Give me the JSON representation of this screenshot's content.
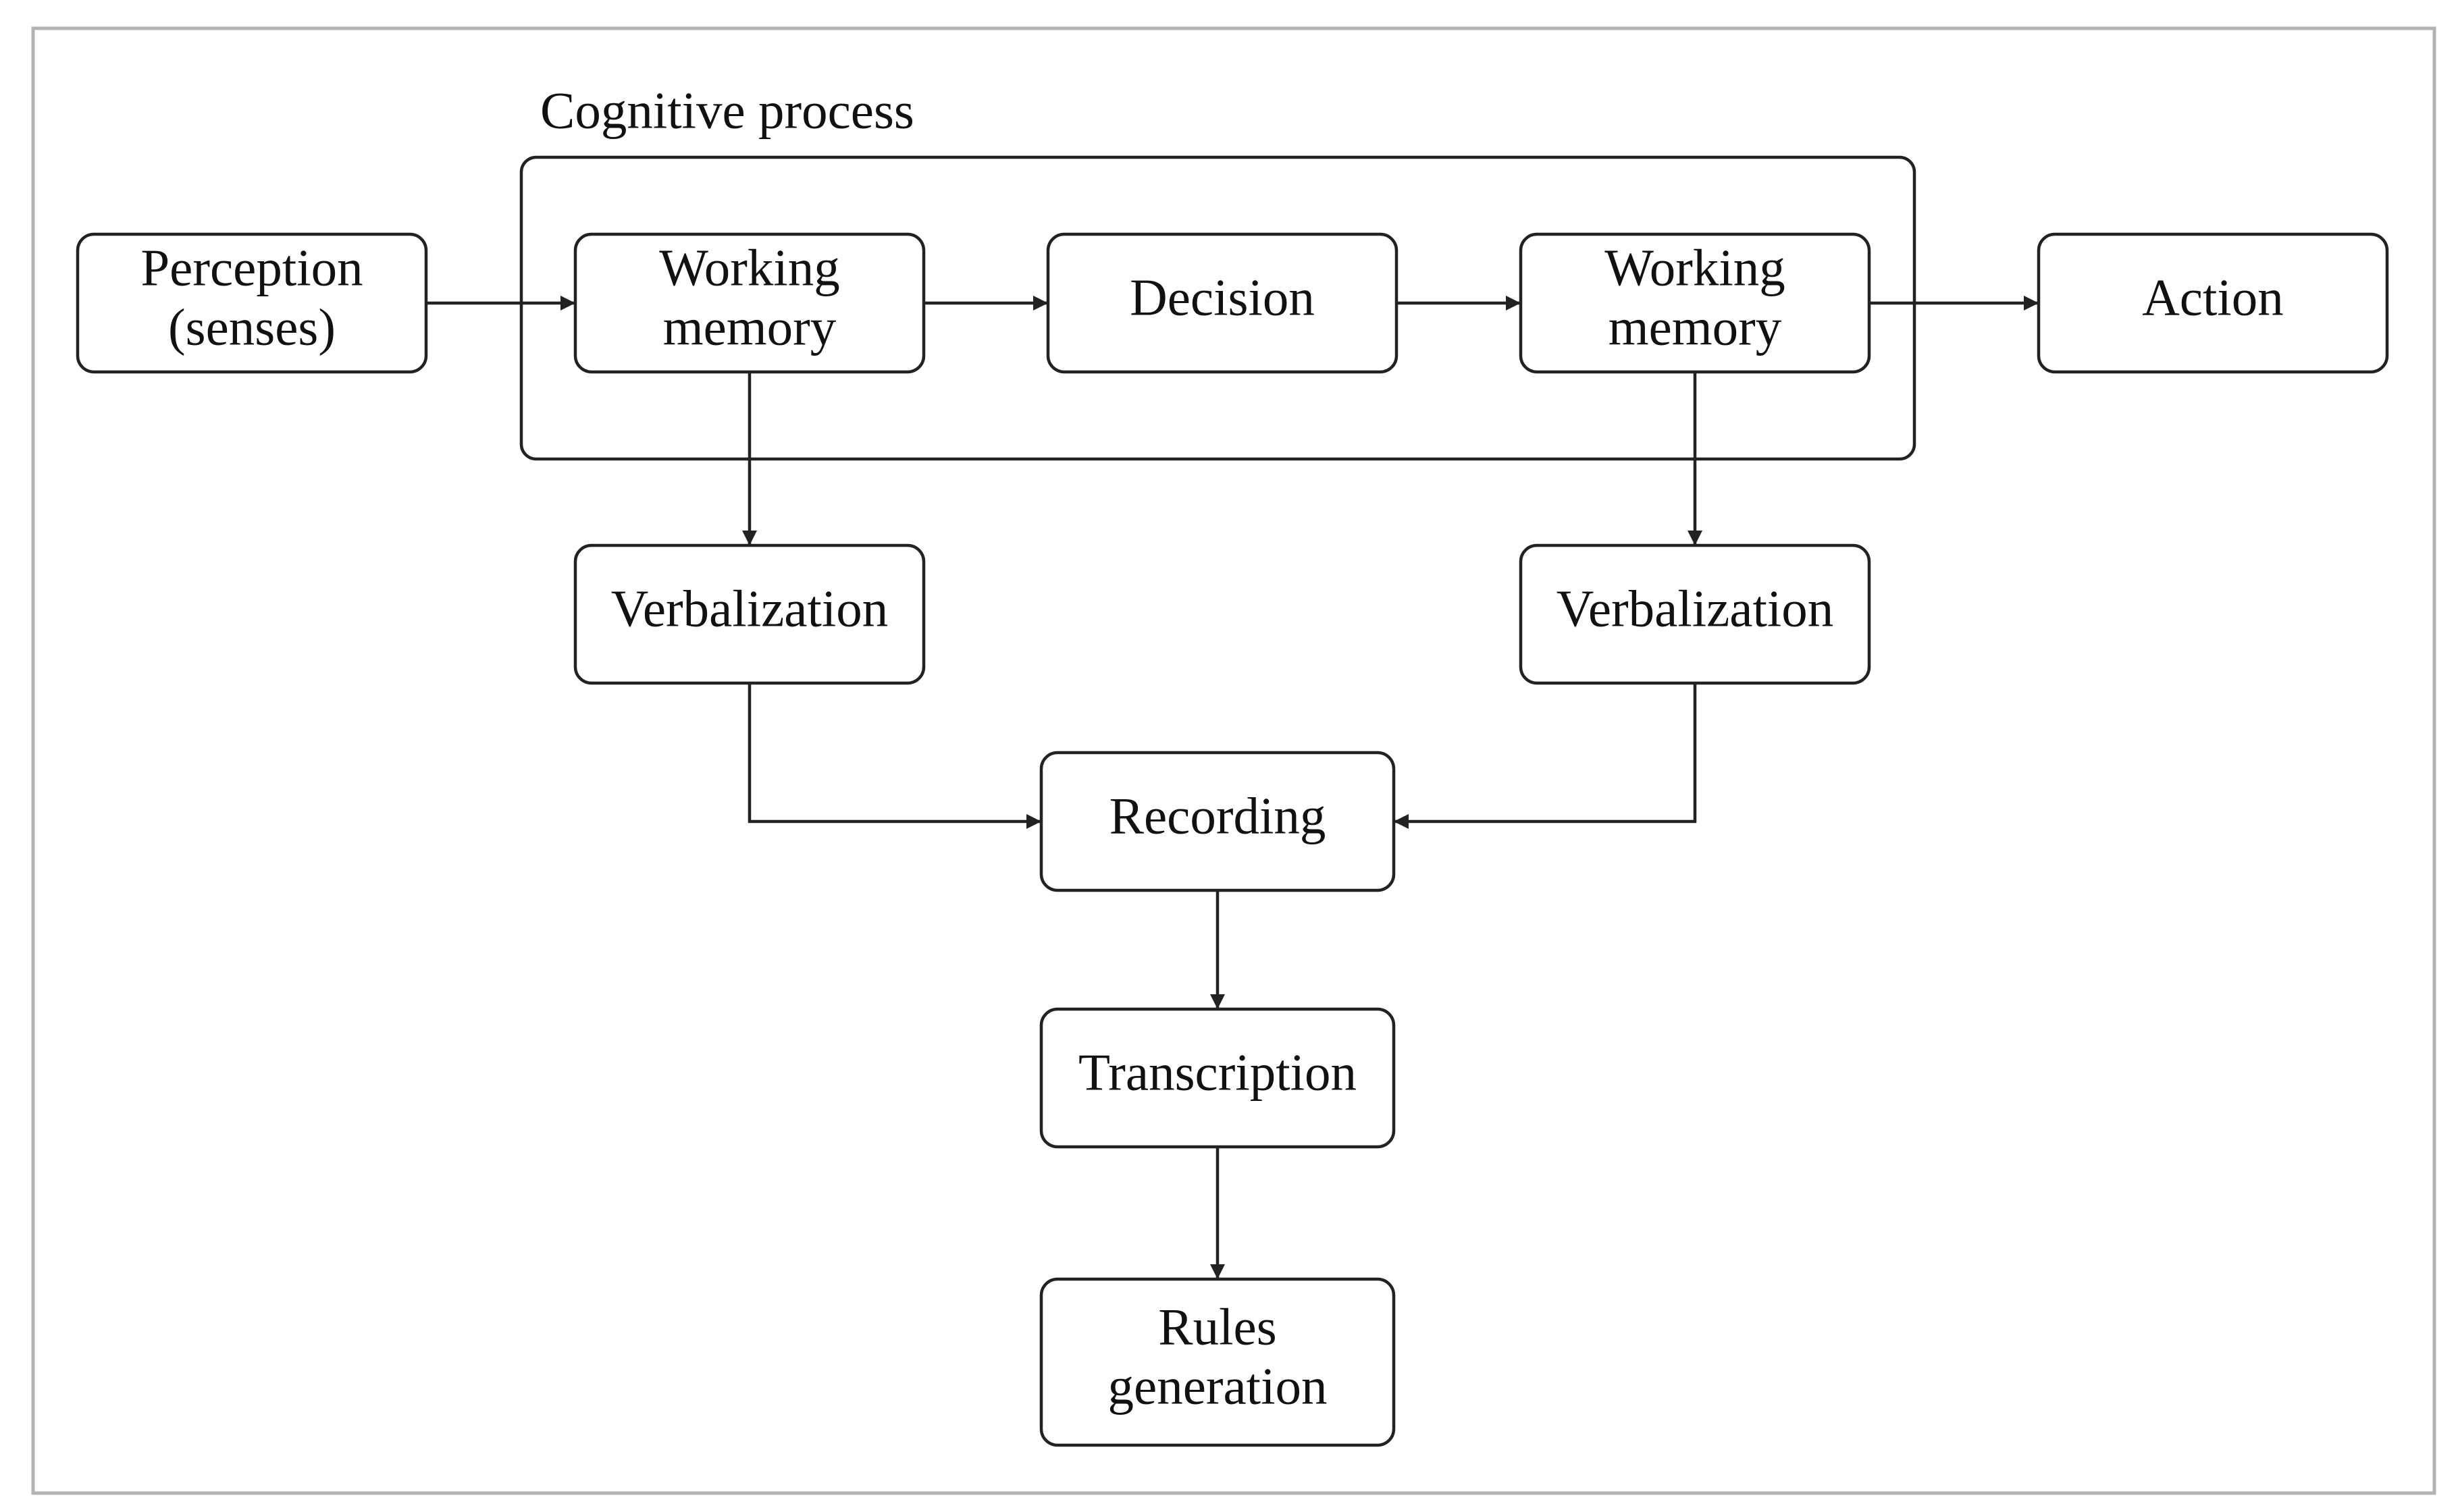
{
  "diagram": {
    "group": {
      "label": "Cognitive process"
    },
    "nodes": [
      {
        "id": "perception",
        "lines": [
          "Perception",
          "(senses)"
        ]
      },
      {
        "id": "wm1",
        "lines": [
          "Working",
          "memory"
        ]
      },
      {
        "id": "decision",
        "lines": [
          "Decision"
        ]
      },
      {
        "id": "wm2",
        "lines": [
          "Working",
          "memory"
        ]
      },
      {
        "id": "action",
        "lines": [
          "Action"
        ]
      },
      {
        "id": "verb1",
        "lines": [
          "Verbalization"
        ]
      },
      {
        "id": "verb2",
        "lines": [
          "Verbalization"
        ]
      },
      {
        "id": "recording",
        "lines": [
          "Recording"
        ]
      },
      {
        "id": "transcription",
        "lines": [
          "Transcription"
        ]
      },
      {
        "id": "rules",
        "lines": [
          "Rules",
          "generation"
        ]
      }
    ],
    "edges": [
      {
        "from": "perception",
        "to": "wm1"
      },
      {
        "from": "wm1",
        "to": "decision"
      },
      {
        "from": "decision",
        "to": "wm2"
      },
      {
        "from": "wm2",
        "to": "action"
      },
      {
        "from": "wm1",
        "to": "verb1"
      },
      {
        "from": "wm2",
        "to": "verb2"
      },
      {
        "from": "verb1",
        "to": "recording"
      },
      {
        "from": "verb2",
        "to": "recording"
      },
      {
        "from": "recording",
        "to": "transcription"
      },
      {
        "from": "transcription",
        "to": "rules"
      }
    ]
  }
}
